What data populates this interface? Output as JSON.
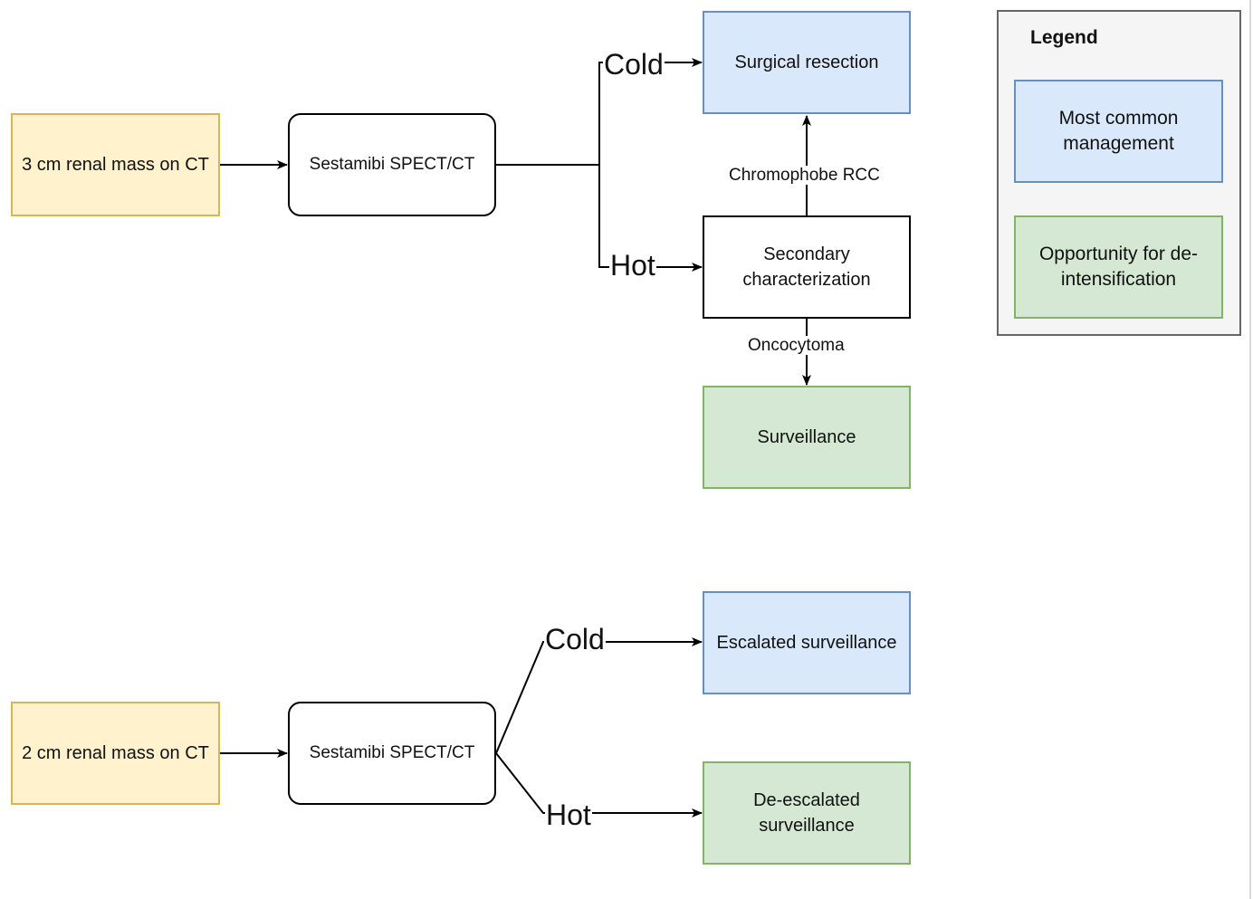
{
  "diagram": {
    "top_flow": {
      "start": "3 cm renal mass on CT",
      "test": "Sestamibi SPECT/CT",
      "cold_label": "Cold",
      "hot_label": "Hot",
      "cold_result": "Surgical resection",
      "hot_result": "Secondary characterization",
      "chromophobe_label": "Chromophobe RCC",
      "oncocytoma_label": "Oncocytoma",
      "oncocytoma_result": "Surveillance"
    },
    "bottom_flow": {
      "start": "2 cm renal mass on CT",
      "test": "Sestamibi SPECT/CT",
      "cold_label": "Cold",
      "hot_label": "Hot",
      "cold_result": "Escalated surveillance",
      "hot_result": "De-escalated surveillance"
    }
  },
  "legend": {
    "title": "Legend",
    "items": [
      {
        "label": "Most common management",
        "color": "#dae8fc",
        "border": "#6c8ebf"
      },
      {
        "label": "Opportunity for de-intensification",
        "color": "#d5e8d4",
        "border": "#82b366"
      }
    ]
  },
  "colors": {
    "yellow_fill": "#fff2cc",
    "yellow_border": "#d6b656",
    "blue_fill": "#dae8fc",
    "blue_border": "#6c8ebf",
    "green_fill": "#d5e8d4",
    "green_border": "#82b366"
  }
}
